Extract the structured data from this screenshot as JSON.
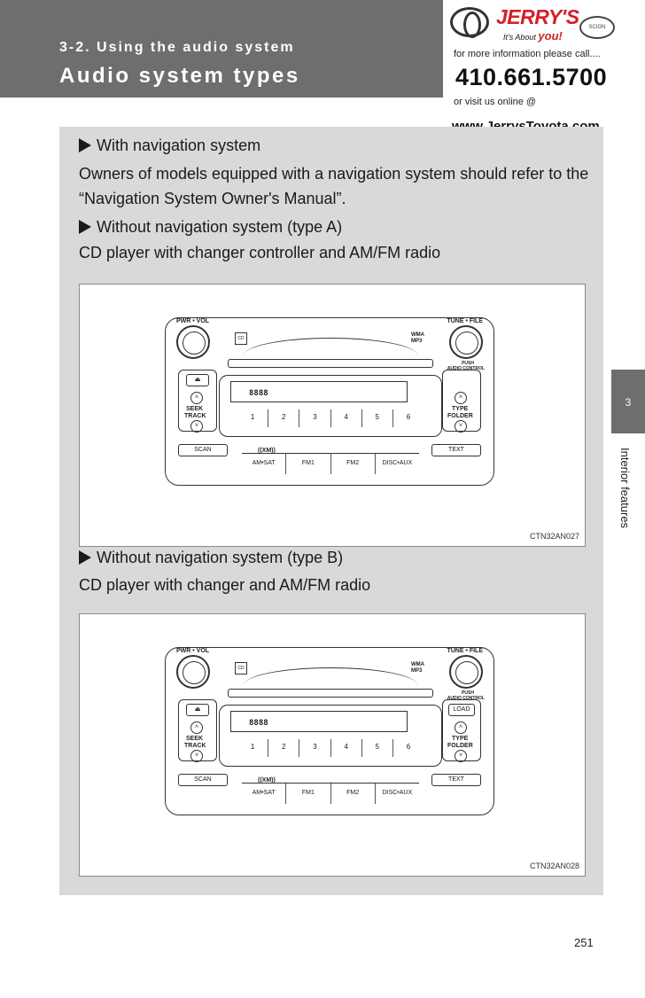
{
  "header": {
    "section": "3-2. Using the audio system",
    "title": "Audio system types"
  },
  "ad": {
    "brand": "JERRY'S",
    "tagline_prefix": "It's About",
    "tagline_accent": "you!",
    "right_logo": "SCION",
    "info": "for more information please call....",
    "phone": "410.661.5700",
    "visit": "or visit us online @",
    "url": "www.JerrysToyota.com"
  },
  "sections": [
    {
      "heading": "With navigation system",
      "body": "Owners of models equipped with a navigation system should refer to the “Navigation System Owner's Manual”."
    },
    {
      "heading": "Without navigation system (type A)",
      "body": "CD player with changer controller and AM/FM radio",
      "figure_code": "CTN32AN027"
    },
    {
      "heading": "Without navigation system (type B)",
      "body": "CD player with changer and AM/FM radio",
      "figure_code": "CTN32AN028"
    }
  ],
  "radio_labels": {
    "pwr_vol": "PWR • VOL",
    "tune_file": "TUNE • FILE",
    "push": "PUSH",
    "audio_control": "AUDIO CONTROL",
    "seek": "SEEK",
    "track": "TRACK",
    "type": "TYPE",
    "folder": "FOLDER",
    "scan": "SCAN",
    "text": "TEXT",
    "load": "LOAD",
    "xm": "((XM))",
    "am_sat": "AM•SAT",
    "fm1": "FM1",
    "fm2": "FM2",
    "disc_aux": "DISC•AUX",
    "presets": [
      "1",
      "2",
      "3",
      "4",
      "5",
      "6"
    ]
  },
  "side_tab": {
    "number": "3",
    "label": "Interior features"
  },
  "page_number": "251"
}
